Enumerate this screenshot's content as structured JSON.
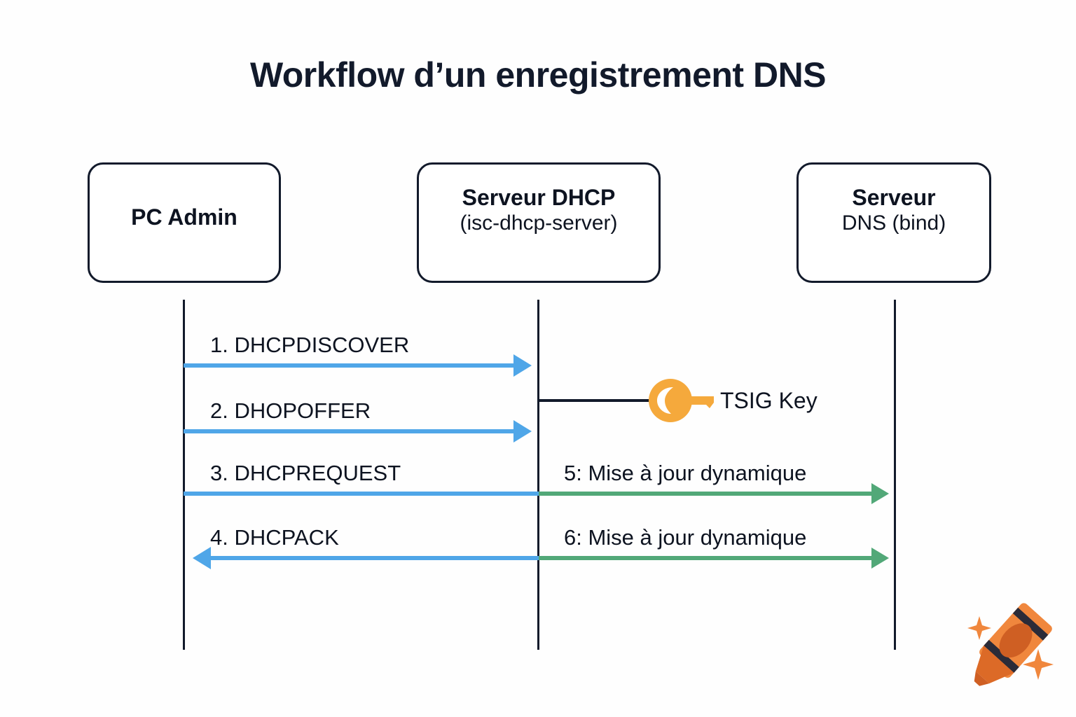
{
  "title": "Workflow d’un enregistrement DNS",
  "colors": {
    "ink": "#121a2b",
    "blue_arrow": "#4fa6e8",
    "green_arrow": "#52a878",
    "key_orange": "#f5a93c",
    "crayon_orange": "#e8762a",
    "background": "#fefefe"
  },
  "participants": [
    {
      "id": "pc-admin",
      "line1": "PC Admin",
      "line2": ""
    },
    {
      "id": "serveur-dhcp",
      "line1": "Serveur DHCP",
      "line2": "(isc-dhcp-server)"
    },
    {
      "id": "serveur-dns",
      "line1": "Serveur",
      "line2": "DNS (bind)"
    }
  ],
  "messages": [
    {
      "id": "msg-1",
      "label": "1. DHCPDISCOVER",
      "from": "pc-admin",
      "to": "serveur-dhcp",
      "direction": "right",
      "color": "blue"
    },
    {
      "id": "msg-2",
      "label": "2. DHOPOFFER",
      "from": "pc-admin",
      "to": "serveur-dhcp",
      "direction": "right",
      "color": "blue"
    },
    {
      "id": "msg-3",
      "label": "3. DHCPREQUEST",
      "from": "pc-admin",
      "to": "serveur-dhcp",
      "direction": "right",
      "color": "blue"
    },
    {
      "id": "msg-4",
      "label": "4. DHCPACK",
      "from": "serveur-dhcp",
      "to": "pc-admin",
      "direction": "left",
      "color": "blue"
    },
    {
      "id": "msg-5",
      "label": "5: Mise à jour dynamique",
      "from": "serveur-dhcp",
      "to": "serveur-dns",
      "direction": "right",
      "color": "green"
    },
    {
      "id": "msg-6",
      "label": "6: Mise à jour dynamique",
      "from": "serveur-dhcp",
      "to": "serveur-dns",
      "direction": "right",
      "color": "green"
    }
  ],
  "annotations": {
    "tsig": {
      "label": "TSIG Key",
      "icon": "key-icon",
      "attached_to": "serveur-dhcp"
    },
    "watermark": {
      "icon": "crayon-icon"
    }
  }
}
